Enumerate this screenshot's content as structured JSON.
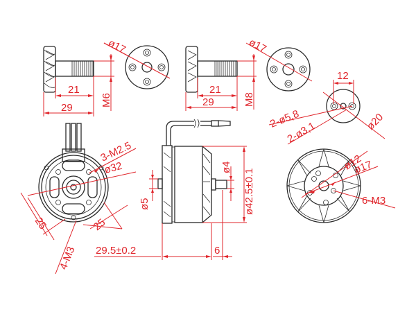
{
  "colors": {
    "outline": "#2a2a2a",
    "dimension": "#e0252b",
    "background": "#ffffff"
  },
  "prop_adapter_m6": {
    "shaft_length": "21",
    "overall_length": "29",
    "thread": "M6",
    "flange_diameter": "ø17"
  },
  "prop_adapter_m8": {
    "shaft_length": "21",
    "overall_length": "29",
    "thread": "M8",
    "flange_diameter": "ø17"
  },
  "wire_exit_detail": {
    "hole_spacing": "12",
    "outer_holes": "2-ø5,8",
    "inner_holes": "2-ø3,1",
    "diameter": "ø20"
  },
  "motor_bottom_view": {
    "screw_holes": "3-M2.5",
    "bolt_circle": "ø32",
    "left_spacing": "25",
    "right_spacing": "25",
    "mount_holes": "4-M3"
  },
  "motor_side_view": {
    "shaft_diameter_bottom": "ø5",
    "shaft_diameter_top": "ø4",
    "body_diameter": "ø42.5±0.1",
    "body_length": "29.5±0.2",
    "shaft_extension": "6"
  },
  "motor_top_view": {
    "inner_circle": "ø12",
    "outer_circle": "ø17",
    "mount_holes": "6-M3"
  }
}
